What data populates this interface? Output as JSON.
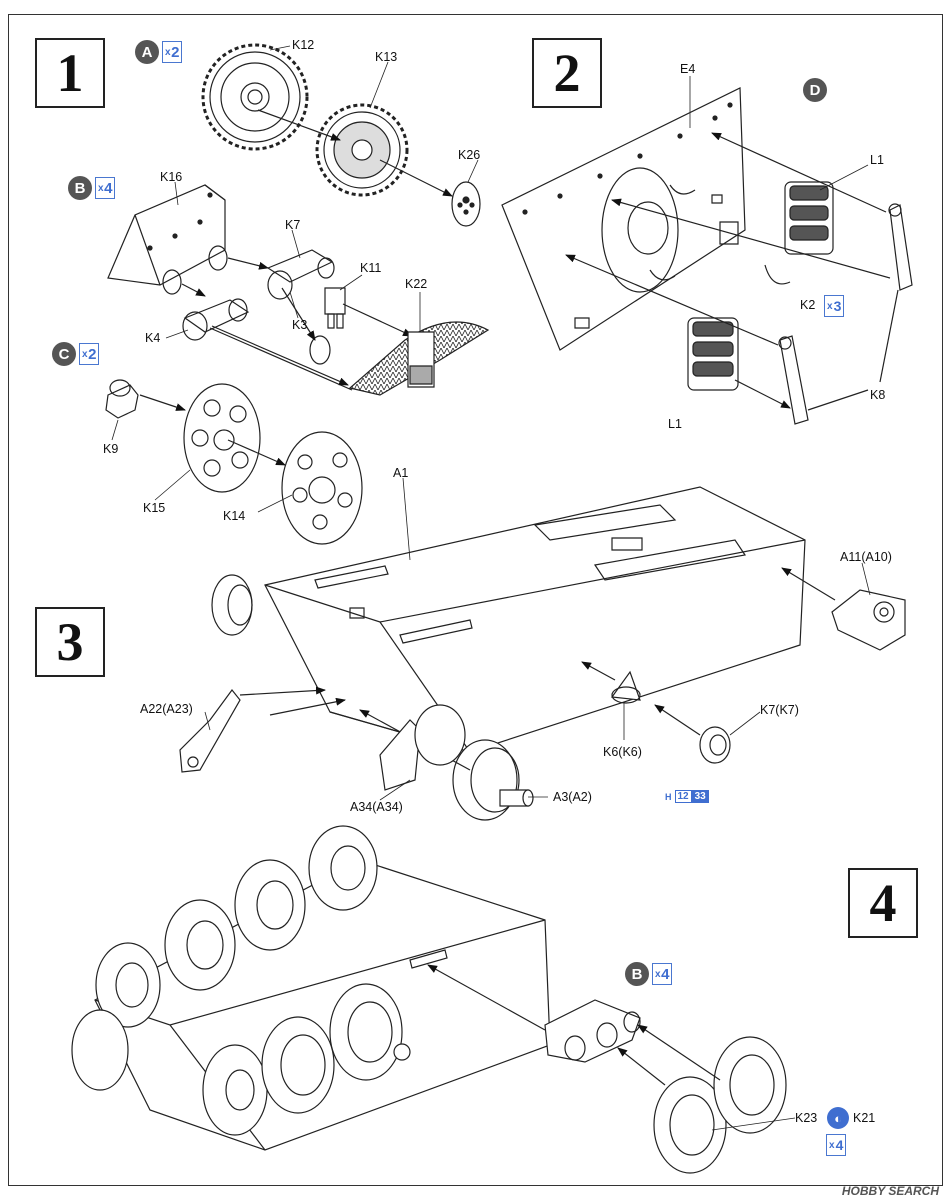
{
  "steps": {
    "s1": "1",
    "s2": "2",
    "s3": "3",
    "s4": "4"
  },
  "badges": {
    "a": {
      "letter": "A",
      "x": "x",
      "qty": "2"
    },
    "b": {
      "letter": "B",
      "x": "x",
      "qty": "4"
    },
    "c": {
      "letter": "C",
      "x": "x",
      "qty": "2"
    },
    "d": {
      "letter": "D"
    },
    "b4": {
      "letter": "B",
      "x": "x",
      "qty": "4"
    }
  },
  "step1_labels": {
    "k12": "K12",
    "k13": "K13",
    "k26": "K26",
    "k16": "K16",
    "k7": "K7",
    "k11": "K11",
    "k22": "K22",
    "k3": "K3",
    "k4": "K4",
    "k9": "K9",
    "k15": "K15",
    "k14": "K14"
  },
  "step2_labels": {
    "e4": "E4",
    "l1a": "L1",
    "l1b": "L1",
    "k2": "K2",
    "k2_x": "x",
    "k2_qty": "3",
    "k8": "K8"
  },
  "step3_labels": {
    "a1": "A1",
    "a11": "A11(A10)",
    "a22": "A22(A23)",
    "a34": "A34(A34)",
    "a3": "A3(A2)",
    "k6": "K6(K6)",
    "k7": "K7(K7)",
    "ref_h": "H",
    "ref_a": "12",
    "ref_b": "33"
  },
  "step4_labels": {
    "k23": "K23",
    "k21": "K21",
    "x": "x",
    "qty": "4"
  },
  "watermark": "HOBBY SEARCH"
}
